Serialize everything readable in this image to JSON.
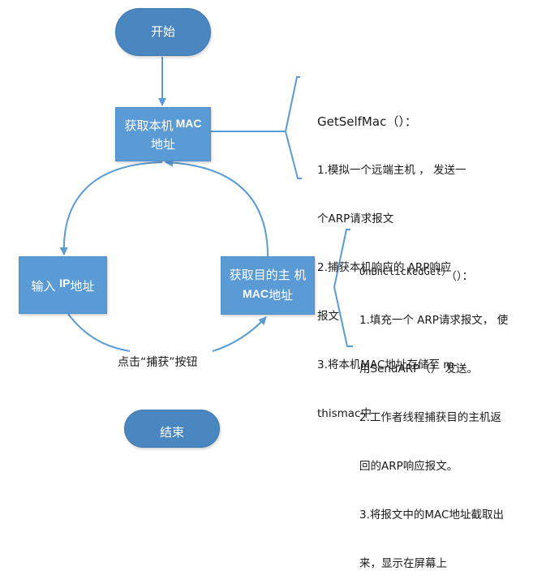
{
  "diagram": {
    "nodes": {
      "start": {
        "label": "开始",
        "shape": "terminator"
      },
      "get_self_mac": {
        "label_line1": "获取本机",
        "label_line1_bold": "MAC",
        "label_line2": "地址",
        "shape": "process"
      },
      "input_ip": {
        "label_pre": "输入",
        "label_bold": "IP",
        "label_post": "地址",
        "shape": "process"
      },
      "get_target_mac": {
        "label_line1": "获取目的主 机",
        "label_line2_bold": "MAC",
        "label_line2": "地址",
        "shape": "process"
      },
      "end": {
        "label": "结束",
        "shape": "terminator"
      }
    },
    "edges": [
      {
        "from": "start",
        "to": "get_self_mac"
      },
      {
        "from": "get_self_mac",
        "to": "input_ip"
      },
      {
        "from": "input_ip",
        "to": "get_target_mac",
        "label": "点击“捕获”按钮"
      },
      {
        "from": "get_target_mac",
        "to": "get_self_mac"
      }
    ],
    "edge_label_capture": "点击“捕获”按钮",
    "annotations": {
      "get_self_mac_note": {
        "title": "GetSelfMac（）：",
        "lines": [
          "1.模拟一个远端主机 ， 发送一",
          "个ARP请求报文",
          "2.捕获本机响应的 ARP响应",
          "报文",
          "3.将本机MAC地址存储至 m-",
          "thismac中"
        ]
      },
      "get_target_mac_note": {
        "title_mono": "OnBnClickedGet）",
        "title_suffix": "（）：",
        "lines": [
          "1.填充一个 ARP请求报文， 使",
          "用SendARP（） 发送。",
          "2.工作者线程捕获目的主机返",
          "回的ARP响应报文。",
          "3.将报文中的MAC地址截取出",
          "来，显示在屏幕上"
        ]
      }
    },
    "colors": {
      "process_fill": "#5b9bd5",
      "terminator_fill": "#4a86bf",
      "connector": "#5b9bd5",
      "text_on_node": "#ffffff"
    }
  }
}
